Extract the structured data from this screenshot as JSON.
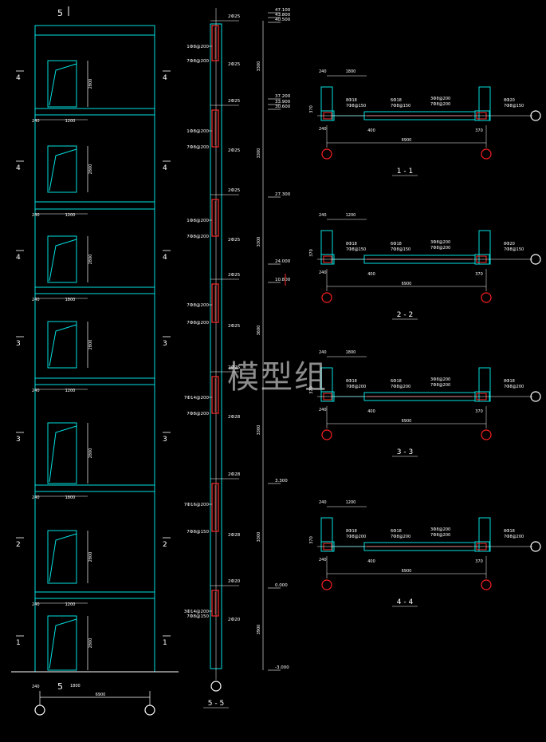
{
  "watermark": "模型组",
  "elevation": {
    "top_marker": "5",
    "bottom_marker": "5",
    "floor_marks": [
      "4",
      "4",
      "4",
      "3",
      "3",
      "2",
      "1"
    ],
    "window_heights": [
      "2800",
      "2800",
      "2800",
      "2800",
      "2800",
      "2800",
      "2800"
    ],
    "sill_dims": [
      "1200",
      "1200",
      "1800",
      "1200",
      "1800",
      "1200",
      "1800"
    ],
    "wall_dims": [
      "240",
      "240",
      "240",
      "240",
      "240",
      "240",
      "240"
    ],
    "overall_dim": "6900",
    "side_left_dim": "240"
  },
  "section55": {
    "title": "5 - 5",
    "levels": [
      "47.100",
      "43.800",
      "40.500",
      "37.200",
      "33.900",
      "30.600",
      "27.300",
      "24.000",
      "10.800",
      "3.300",
      "0.000",
      "-3.000"
    ],
    "storey_dims": [
      "3300",
      "3300",
      "3300",
      "3600",
      "3300",
      "3300",
      "3900"
    ],
    "left_notes": [
      "1Ф8@200",
      "7Ф8@200",
      "1Ф8@200",
      "7Ф8@200",
      "1Ф8@200",
      "7Ф8@200",
      "7Ф8@200",
      "7Ф8@200",
      "7Ф14@200",
      "7Ф8@200",
      "7Ф16@200",
      "7Ф8@150",
      "3Ф14@200",
      "7Ф8@150"
    ],
    "right_notes": [
      "2Ф25",
      "2Ф25",
      "2Ф25",
      "2Ф25",
      "2Ф25",
      "2Ф25",
      "2Ф25",
      "2Ф25",
      "2Ф25",
      "2Ф28",
      "2Ф28",
      "2Ф28",
      "2Ф20",
      "2Ф20"
    ]
  },
  "sections": [
    {
      "title": "1 - 1",
      "top_left": "240",
      "top_mid": "1800",
      "left_note": "8Ф18",
      "left_sub": "7Ф8@150",
      "mid_note": "6Ф18",
      "mid_sub": "7Ф8@150",
      "mid_top": "3Ф8@200",
      "mid_top2": "7Ф8@200",
      "right_note": "8Ф20",
      "right_sub": "7Ф8@150",
      "bottom_left": "240",
      "bottom_mid": "400",
      "bottom_right": "370",
      "span": "6900",
      "side": "370"
    },
    {
      "title": "2 - 2",
      "top_left": "240",
      "top_mid": "1200",
      "left_note": "8Ф18",
      "left_sub": "7Ф8@150",
      "mid_note": "6Ф18",
      "mid_sub": "7Ф8@150",
      "mid_top": "3Ф8@200",
      "mid_top2": "7Ф8@200",
      "right_note": "8Ф20",
      "right_sub": "7Ф8@150",
      "bottom_left": "240",
      "bottom_mid": "400",
      "bottom_right": "370",
      "span": "6900",
      "side": "370"
    },
    {
      "title": "3 - 3",
      "top_left": "240",
      "top_mid": "1800",
      "left_note": "8Ф18",
      "left_sub": "7Ф8@200",
      "mid_note": "6Ф18",
      "mid_sub": "7Ф8@200",
      "mid_top": "3Ф8@200",
      "mid_top2": "7Ф8@200",
      "right_note": "8Ф18",
      "right_sub": "7Ф8@200",
      "bottom_left": "240",
      "bottom_mid": "400",
      "bottom_right": "370",
      "span": "6900",
      "side": "370"
    },
    {
      "title": "4 - 4",
      "top_left": "240",
      "top_mid": "1200",
      "left_note": "8Ф18",
      "left_sub": "7Ф8@200",
      "mid_note": "6Ф18",
      "mid_sub": "7Ф8@200",
      "mid_top": "3Ф8@200",
      "mid_top2": "7Ф8@200",
      "right_note": "8Ф18",
      "right_sub": "7Ф8@200",
      "bottom_left": "240",
      "bottom_mid": "400",
      "bottom_right": "370",
      "span": "6900",
      "side": "370"
    }
  ],
  "colors": {
    "wall": "#00e0e0",
    "rebar": "#ff2a2a",
    "dim": "#ffffff",
    "grid_bubble": "#ff2020"
  }
}
